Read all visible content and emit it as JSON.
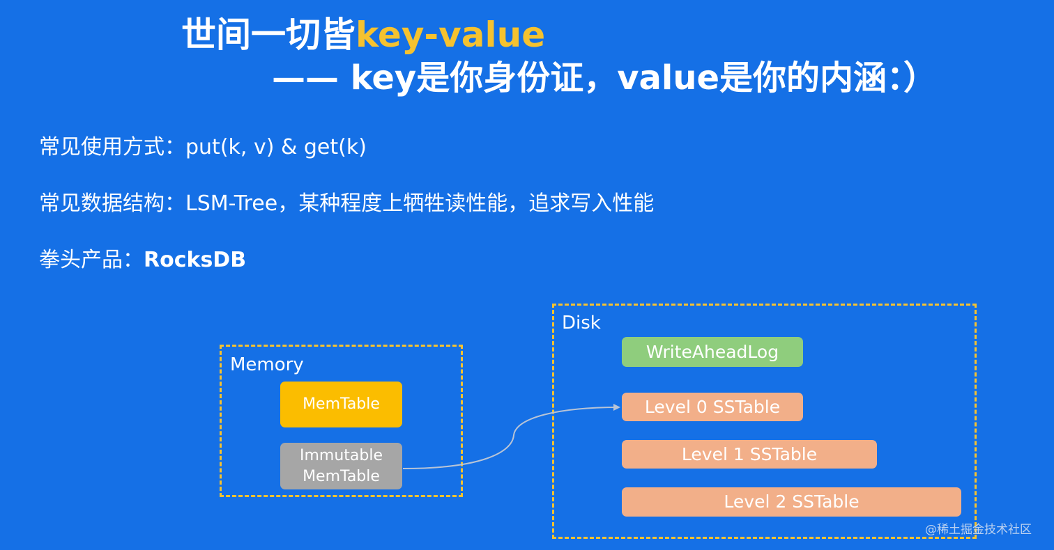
{
  "title": {
    "line1_main": "世间一切皆",
    "line1_highlight": "key-value",
    "line2": "—— key是你身份证，value是你的内涵：）"
  },
  "bullets": [
    {
      "label": "常见使用方式：",
      "value": "put(k, v) & get(k)"
    },
    {
      "label": "常见数据结构：",
      "value": "LSM-Tree，某种程度上牺牲读性能，追求写入性能"
    },
    {
      "label": "拳头产品：",
      "value": "RocksDB"
    }
  ],
  "diagram": {
    "memory": {
      "label": "Memory",
      "memtable": "MemTable",
      "immutable_line1": "Immutable",
      "immutable_line2": "MemTable"
    },
    "disk": {
      "label": "Disk",
      "wal": "WriteAheadLog",
      "level0": "Level 0 SSTable",
      "level1": "Level 1 SSTable",
      "level2": "Level 2 SSTable"
    }
  },
  "watermark": "@稀土掘金技术社区",
  "colors": {
    "background": "#1570e6",
    "highlight": "#f6c22f",
    "memtable": "#fbbd00",
    "immutable": "#a6a6a6",
    "wal": "#8fcd7d",
    "sstable": "#f2af89"
  }
}
